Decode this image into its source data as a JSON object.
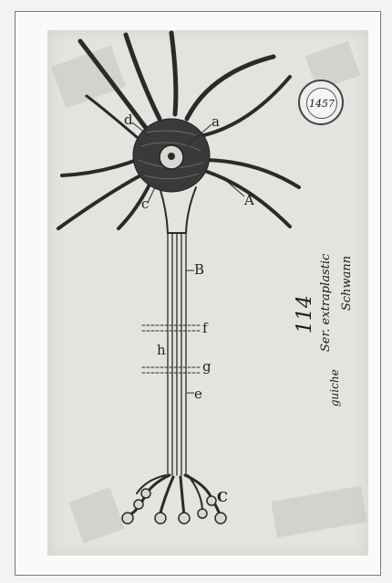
{
  "stamp": {
    "number": "1457"
  },
  "labels": {
    "a": "a",
    "d": "d",
    "c": "c",
    "A": "A",
    "B": "B",
    "f": "f",
    "h": "h",
    "g": "g",
    "e": "e",
    "C": "C"
  },
  "annotations": {
    "number": "114",
    "line1": "Ser. extraplastic",
    "line2": "Schwann",
    "line3": "guiche"
  },
  "colors": {
    "ink": "#2a2a2a",
    "paper": "#e4e3df",
    "frame": "#fafaf8"
  }
}
